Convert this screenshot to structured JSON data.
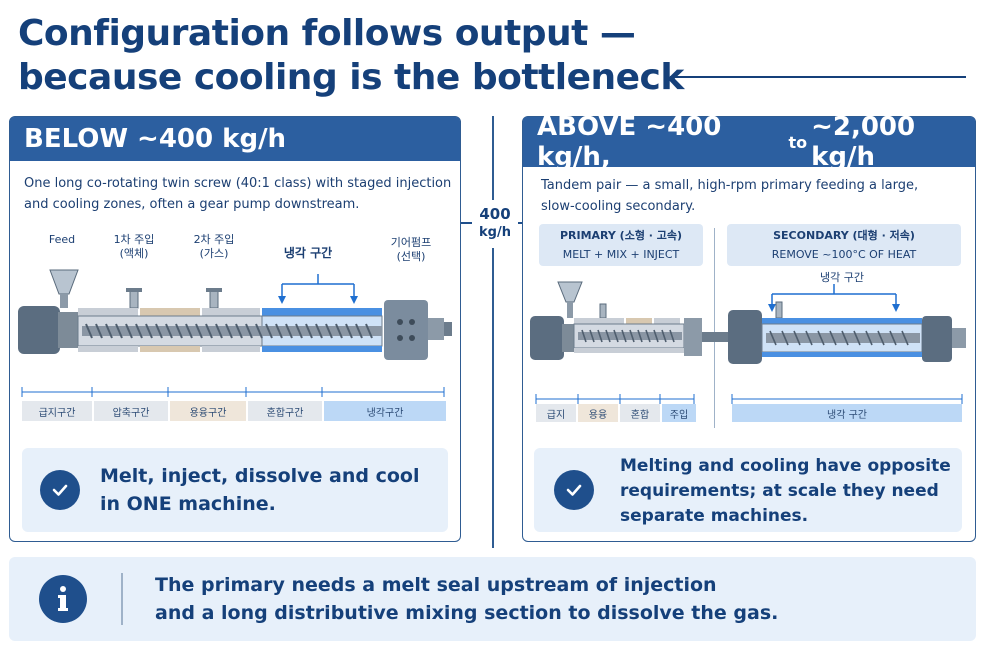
{
  "title": {
    "line1": "Configuration  follows output —",
    "line2": "because cooling is the bottleneck"
  },
  "center_badge": {
    "value": "400",
    "unit": "kg/h"
  },
  "left": {
    "header": "BELOW ~400 kg/h",
    "description": [
      "One long co-rotating twin screw (40:1 class) with staged injection",
      "and cooling zones, often a gear pump downstream."
    ],
    "labels": {
      "feed": "Feed",
      "inject1_a": "1차 주입",
      "inject1_b": "(액체)",
      "inject2_a": "2차 주입",
      "inject2_b": "(가스)",
      "cooling": "냉각 구간",
      "gearpump_a": "기어펌프",
      "gearpump_b": "(선택)"
    },
    "zones": [
      "급지구간",
      "압축구간",
      "용융구간",
      "혼합구간",
      "냉각구간"
    ],
    "note": [
      "Melt, inject, dissolve and cool",
      "in ONE machine."
    ]
  },
  "right": {
    "header_a": "ABOVE ~400 kg/h,",
    "header_b": "to",
    "header_c": "~2,000 kg/h",
    "description": [
      "Tandem pair — a small, high-rpm primary feeding a large,",
      "slow-cooling secondary."
    ],
    "primary": {
      "title": "PRIMARY (소형 · 고속)",
      "sub": "MELT + MIX + INJECT"
    },
    "secondary": {
      "title": "SECONDARY (대형 · 저속)",
      "sub": "REMOVE ~100°C OF HEAT"
    },
    "cooling_label": "냉각 구간",
    "primary_zones": [
      "급지",
      "용융",
      "혼합",
      "주입"
    ],
    "secondary_zone": "냉각 구간",
    "note": [
      "Melting and cooling have opposite",
      "requirements; at scale they need",
      "separate machines."
    ]
  },
  "footer": {
    "text": [
      "The primary needs a melt seal upstream of injection",
      "and a long distributive mixing section to dissolve the gas."
    ]
  },
  "colors": {
    "navy": "#15407a",
    "header_blue": "#2c5fa0",
    "cooling_blue": "#4a90e2",
    "note_bg": "#e7f0fa"
  }
}
